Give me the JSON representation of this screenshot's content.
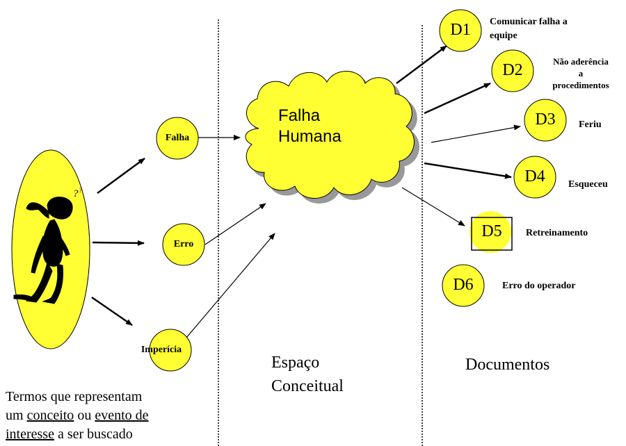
{
  "figure": {
    "cloud_label_line1": "Falha",
    "cloud_label_line2": "Humana",
    "space_label_line1": "Espaço",
    "space_label_line2": "Conceitual",
    "documents_label": "Documentos"
  },
  "terms": {
    "falha": "Falha",
    "erro": "Erro",
    "impericia": "Imperícia"
  },
  "documents": [
    {
      "id": "D1",
      "label_line1": "Comunicar falha a",
      "label_line2": "equipe"
    },
    {
      "id": "D2",
      "label_line1": "Não aderência",
      "label_line2": "a",
      "label_line3": "procedimentos"
    },
    {
      "id": "D3",
      "label_line1": "Feriu"
    },
    {
      "id": "D4",
      "label_line1": "Esqueceu"
    },
    {
      "id": "D5",
      "label_line1": "Retreinamento"
    },
    {
      "id": "D6",
      "label_line1": "Erro do operador"
    }
  ],
  "caption": {
    "line1": "Termos que representam",
    "line2_part1": "um",
    "line2_conceito": "conceito",
    "line2_ou": "ou",
    "line2_evento": "evento de",
    "line3_interesse": "interesse",
    "line3_rest": "a ser buscado"
  },
  "colors": {
    "fill_yellow": "#ffff33",
    "stroke": "#000000",
    "cloud_shadow": "#999999"
  }
}
